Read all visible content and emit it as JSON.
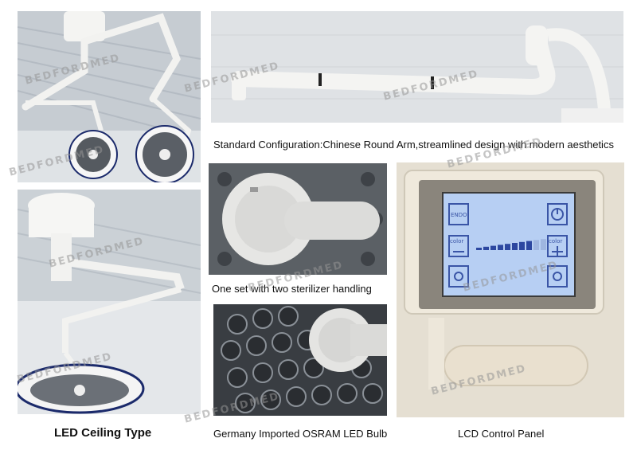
{
  "watermark": "BEDFORDMED",
  "captions": {
    "arm": "Standard Configuration:Chinese Round Arm,streamlined design with modern aesthetics",
    "handle": "One set with two sterilizer handling",
    "ceiling": "LED Ceiling Type",
    "bulb": "Germany Imported OSRAM LED Bulb",
    "lcd": "LCD Control Panel"
  },
  "lcd": {
    "endo_label": "ENDO",
    "color_label_top": "color",
    "color_label_right": "color",
    "level": 0.8
  },
  "colors": {
    "lamp_white": "#f2f2f0",
    "lcd_blue": "#a9c6f0",
    "panel_beige": "#e7dccb",
    "accent_blue": "#1b2a6b"
  }
}
